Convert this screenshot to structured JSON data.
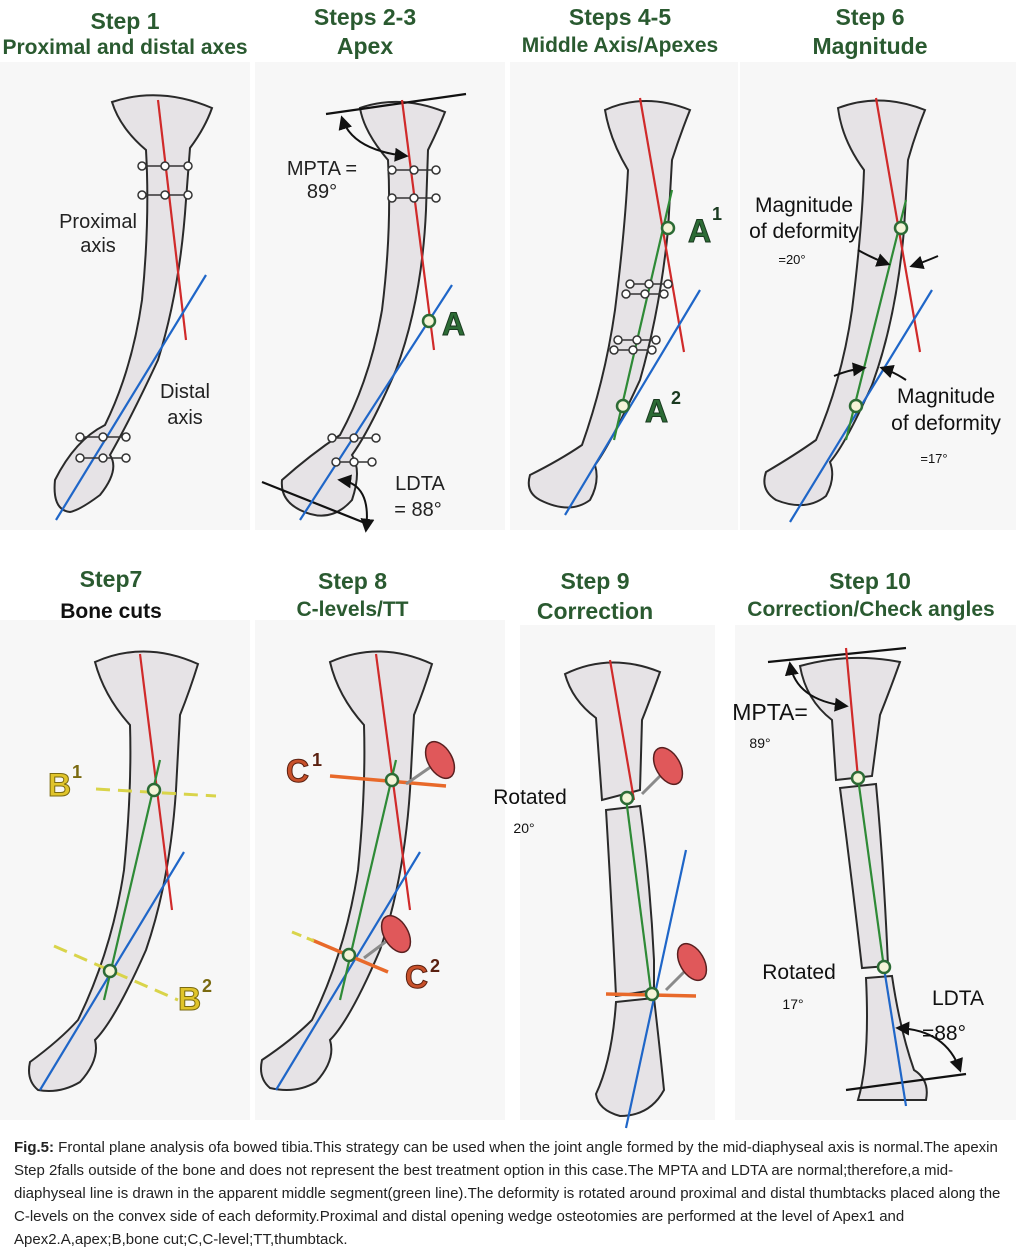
{
  "panels": [
    {
      "id": "p1",
      "title_line1": "Step  1",
      "title_line2": "Proximal and distal axes"
    },
    {
      "id": "p2",
      "title_line1": "Steps 2-3",
      "title_line2": "Apex"
    },
    {
      "id": "p3",
      "title_line1": "Steps 4-5",
      "title_line2": "Middle Axis/Apexes"
    },
    {
      "id": "p4",
      "title_line1": "Step  6",
      "title_line2": "Magnitude"
    },
    {
      "id": "p5",
      "title_line1": "Step7",
      "title_line2": "Bone cuts"
    },
    {
      "id": "p6",
      "title_line1": "Step 8",
      "title_line2": "C-levels/TT"
    },
    {
      "id": "p7",
      "title_line1": "Step  9",
      "title_line2": "Correction"
    },
    {
      "id": "p8",
      "title_line1": "Step  10",
      "title_line2": "Correction/Check angles"
    }
  ],
  "labels": {
    "proximal_axis_1": "Proximal",
    "proximal_axis_2": "axis",
    "distal_axis_1": "Distal",
    "distal_axis_2": "axis",
    "mpta_2": "MPTA =",
    "mpta_2_val": "89°",
    "apex_a": "A",
    "ldta_2": "LDTA",
    "ldta_2_val": "= 88°",
    "a1": "A",
    "a1_sup": "1",
    "a2": "A",
    "a2_sup": "2",
    "mag1_l1": "Magnitude",
    "mag1_l2": "of  deformity",
    "mag1_val": "=20°",
    "mag2_l1": "Magnitude",
    "mag2_l2": "of deformity",
    "mag2_val": "=17°",
    "b1": "B",
    "b1_sup": "1",
    "b2": "B",
    "b2_sup": "2",
    "c1": "C",
    "c1_sup": "1",
    "c2": "C",
    "c2_sup": "2",
    "rotated_9": "Rotated",
    "rotated_9_val": "20°",
    "mpta_10": "MPTA=",
    "mpta_10_val": "89°",
    "rotated_10": "Rotated",
    "rotated_10_val": "17°",
    "ldta_10": "LDTA",
    "ldta_10_val": "=88°"
  },
  "caption": {
    "lead": "Fig.5:",
    "text": " Frontal plane analysis ofa bowed tibia.This strategy can be used when the joint angle formed by the mid-diaphyseal axis is normal.The apexin Step 2falls outside of the bone and does not represent the best treatment option in this case.The MPTA and LDTA are normal;therefore,a mid-diaphyseal line is drawn in the apparent middle segment(green line).The deformity is rotated around proximal and distal thumbtacks placed along the C-levels on the convex side of each deformity.Proximal and distal opening wedge osteotomies are performed at the level of Apex1 and Apex2.A,apex;B,bone cut;C,C-level;TT,thumbtack."
  },
  "colors": {
    "proximal_axis": "#d02a2a",
    "distal_axis": "#1f66c8",
    "middle_axis": "#2e8a36",
    "c_level": "#e8692a",
    "bone_cut": "#d9d44a",
    "apex_label": "#2c6b35",
    "b_label": "#e0c42a",
    "c_label": "#c8502a",
    "thumbtack": "#e0585a",
    "bone_fill": "#e6e3e6",
    "bone_edge": "#2a2a2a",
    "title_green": "#2a5a30"
  }
}
